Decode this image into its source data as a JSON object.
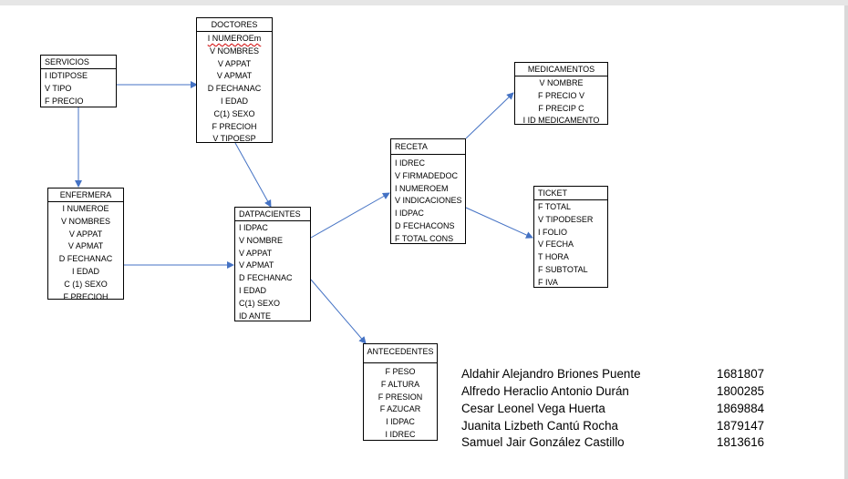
{
  "entities": {
    "servicios": {
      "title": "SERVICIOS",
      "fields": [
        "I IDTIPOSE",
        "V TIPO",
        "F  PRECIO"
      ]
    },
    "doctores": {
      "title": "DOCTORES",
      "fields": [
        "I NUMEROEm",
        "V NOMBRES",
        "V APPAT",
        "V APMAT",
        "D FECHANAC",
        "I EDAD",
        "C(1) SEXO",
        "F PRECIOH",
        "V TIPOESP"
      ]
    },
    "enfermera": {
      "title": "ENFERMERA",
      "fields": [
        "I NUMEROE",
        "V NOMBRES",
        "V APPAT",
        "V APMAT",
        "D FECHANAC",
        "I EDAD",
        "C (1) SEXO",
        "F PRECIOH"
      ]
    },
    "datpacientes": {
      "title": "DATPACIENTES",
      "fields": [
        "I IDPAC",
        "V NOMBRE",
        "V APPAT",
        "V APMAT",
        "D FECHANAC",
        "I EDAD",
        "C(1) SEXO",
        "ID ANTE"
      ]
    },
    "receta": {
      "title": "RECETA",
      "fields": [
        "I IDREC",
        "V FIRMADEDOC",
        "I  NUMEROEM",
        "V INDICACIONES",
        "I IDPAC",
        "D FECHACONS",
        "F TOTAL CONS"
      ]
    },
    "medicamentos": {
      "title": "MEDICAMENTOS",
      "fields": [
        "V NOMBRE",
        "F PRECIO V",
        "F PRECIP C",
        "I ID MEDICAMENTO"
      ]
    },
    "ticket": {
      "title": "TICKET",
      "fields": [
        "F TOTAL",
        "V TIPODESER",
        "I FOLIO",
        "V FECHA",
        "T HORA",
        "F SUBTOTAL",
        "F IVA"
      ]
    },
    "antecedentes": {
      "title": "ANTECEDENTES",
      "fields": [
        "F PESO",
        "F ALTURA",
        "F PRESION",
        "F AZUCAR",
        "I IDPAC",
        "I IDREC"
      ]
    }
  },
  "team": [
    {
      "name": "Aldahir Alejandro Briones Puente",
      "id": "1681807"
    },
    {
      "name": "Alfredo Heraclio Antonio Durán",
      "id": "1800285"
    },
    {
      "name": "Cesar Leonel Vega Huerta",
      "id": "1869884"
    },
    {
      "name": "Juanita Lizbeth Cantú Rocha",
      "id": "1879147"
    },
    {
      "name": "Samuel Jair González Castillo",
      "id": "1813616"
    }
  ],
  "colors": {
    "connector": "#4472c4",
    "border": "#000000",
    "spellcheck": "#d00000"
  }
}
